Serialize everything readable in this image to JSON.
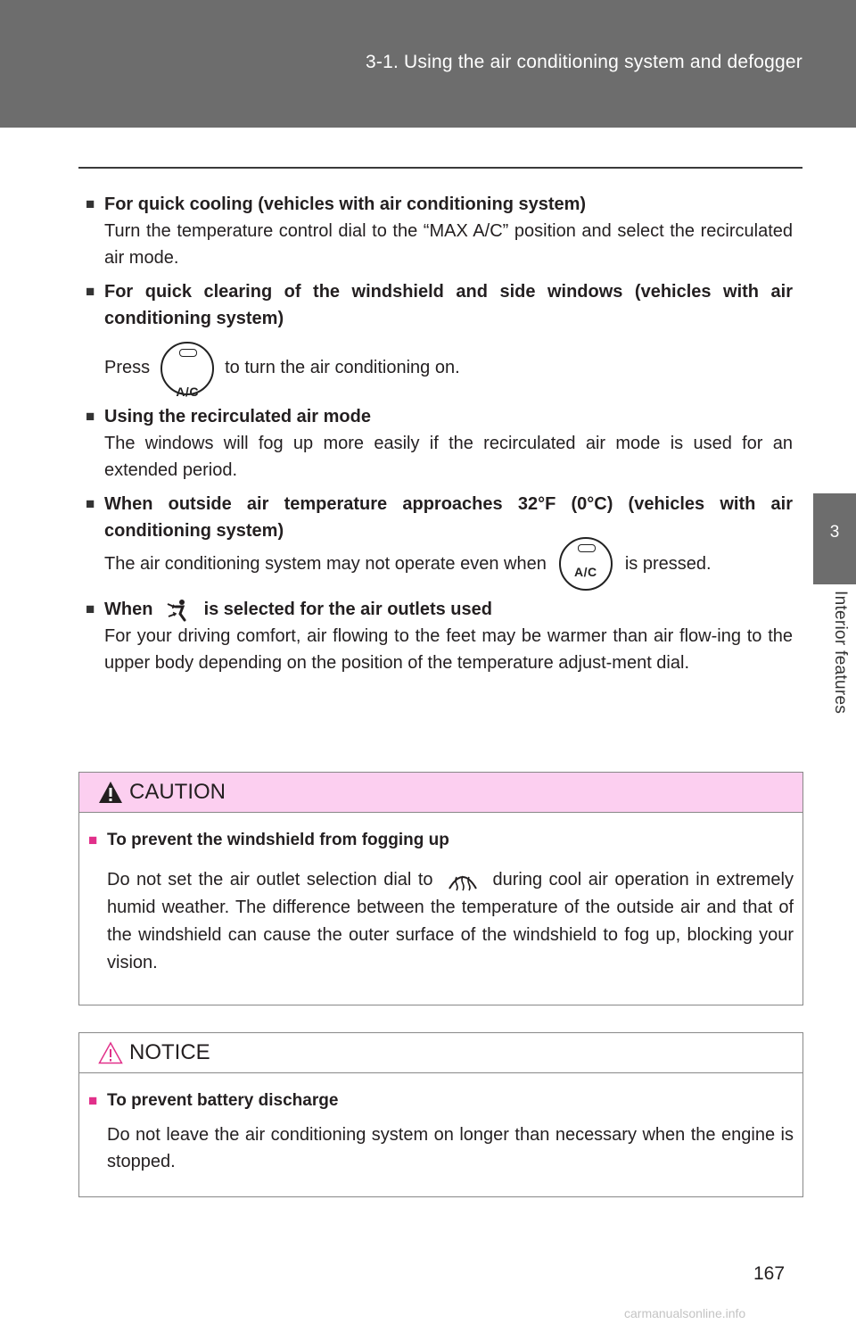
{
  "header": {
    "title": "3-1. Using the air conditioning system and defogger"
  },
  "side_tab": {
    "chapter_number": "3",
    "chapter_label": "Interior features"
  },
  "items": [
    {
      "heading": "For quick cooling (vehicles with air conditioning system)",
      "body": "Turn the temperature control dial to the “MAX A/C” position and select the recirculated air mode."
    },
    {
      "heading": "For quick clearing of the windshield and side windows (vehicles with air conditioning system)",
      "body_before": "Press",
      "body_after": "to turn the air conditioning on."
    },
    {
      "heading": "Using the recirculated air mode",
      "body": "The windows will fog up more easily if the recirculated air mode is used for an extended period."
    },
    {
      "heading": "When outside air temperature approaches 32°F (0°C) (vehicles with air conditioning system)",
      "body_before": "The air conditioning system may not operate even when",
      "body_after": "is pressed."
    },
    {
      "heading_before": "When",
      "heading_after": "is selected for the air outlets used",
      "body": "For your driving comfort, air flowing to the feet may be warmer than air flow-ing to the upper body depending on the position of the temperature adjust-ment dial."
    }
  ],
  "ac_button_label": "A/C",
  "bullet_glyph": "■",
  "caution": {
    "label": "CAUTION",
    "heading": "To prevent the windshield from fogging up",
    "body_before": "Do not set the air outlet selection dial to",
    "body_after": "during cool air operation in extremely humid weather. The difference between the temperature of the outside air and that of the windshield can cause the outer surface of the windshield to fog up, blocking your vision.",
    "header_color": "#fccff0"
  },
  "notice": {
    "label": "NOTICE",
    "heading": "To prevent battery discharge",
    "body": "Do not leave the air conditioning system on longer than necessary when the engine is stopped."
  },
  "page_number": "167",
  "watermark": "carmanualsonline.info",
  "icons": {
    "ac_button": "ac-button-icon",
    "feet_upper_outlet": "feet-upper-airflow-icon",
    "windshield_defrost": "windshield-defroster-icon",
    "caution": "warning-triangle-icon",
    "notice": "warning-triangle-outline-icon"
  }
}
